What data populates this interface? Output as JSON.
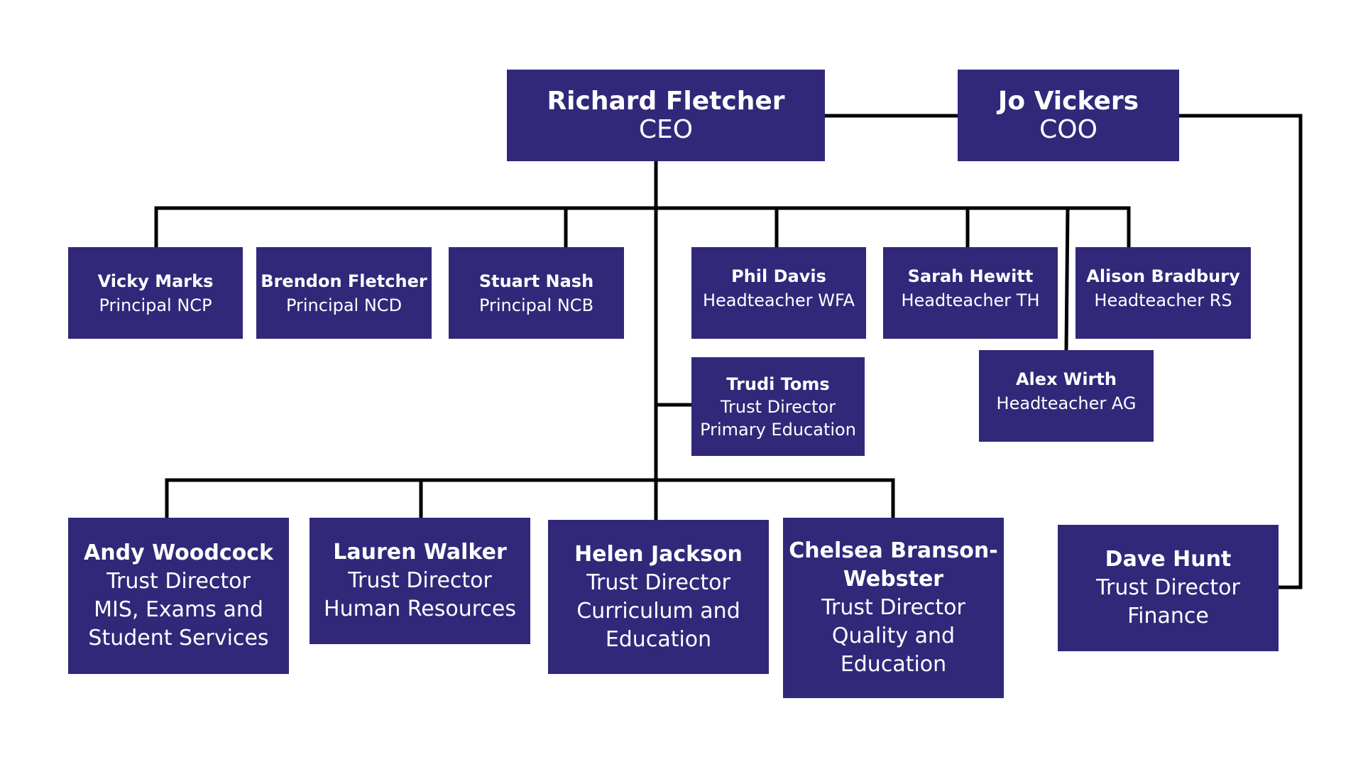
{
  "colors": {
    "box_fill": "#31287a",
    "box_text": "#ffffff",
    "connector": "#000000",
    "background": "#ffffff"
  },
  "people": {
    "richard_fletcher": {
      "name": "Richard Fletcher",
      "role": "CEO"
    },
    "jo_vickers": {
      "name": "Jo Vickers",
      "role": "COO"
    },
    "vicky_marks": {
      "name": "Vicky Marks",
      "role": "Principal NCP"
    },
    "brendon_fletcher": {
      "name": "Brendon Fletcher",
      "role": "Principal NCD"
    },
    "stuart_nash": {
      "name": "Stuart Nash",
      "role": "Principal NCB"
    },
    "phil_davis": {
      "name": "Phil Davis",
      "role": "Headteacher WFA"
    },
    "sarah_hewitt": {
      "name": "Sarah Hewitt",
      "role": "Headteacher TH"
    },
    "alison_bradbury": {
      "name": "Alison Bradbury",
      "role": "Headteacher RS"
    },
    "trudi_toms": {
      "name": "Trudi Toms",
      "role_1": "Trust Director",
      "role_2": "Primary Education"
    },
    "alex_wirth": {
      "name": "Alex Wirth",
      "role": "Headteacher AG"
    },
    "andy_woodcock": {
      "name": "Andy Woodcock",
      "role_1": "Trust Director",
      "role_2": "MIS, Exams and",
      "role_3": "Student Services"
    },
    "lauren_walker": {
      "name": "Lauren Walker",
      "role_1": "Trust Director",
      "role_2": "Human Resources"
    },
    "helen_jackson": {
      "name": "Helen Jackson",
      "role_1": "Trust Director",
      "role_2": "Curriculum and",
      "role_3": "Education"
    },
    "chelsea_branson_webster": {
      "name_1": "Chelsea Branson-",
      "name_2": "Webster",
      "role_1": "Trust Director",
      "role_2": "Quality and",
      "role_3": "Education"
    },
    "dave_hunt": {
      "name": "Dave Hunt",
      "role_1": "Trust Director",
      "role_2": "Finance"
    }
  }
}
